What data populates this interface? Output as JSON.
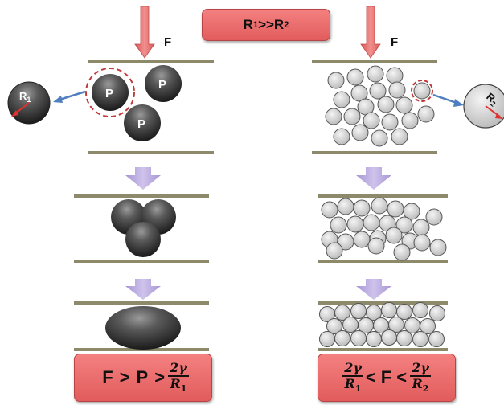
{
  "header": {
    "badge": {
      "r1": "R",
      "r1_sub": "1",
      "relation": ">>",
      "r2": "R",
      "r2_sub": "2"
    }
  },
  "left_panel": {
    "force_label": "F",
    "particle_label": "P",
    "radius_label": "R",
    "radius_sub": "1",
    "equation": {
      "lhs": "F",
      "op1": ">",
      "mid": "P",
      "op2": ">",
      "num": "2γ",
      "den": "R",
      "den_sub": "1"
    }
  },
  "right_panel": {
    "force_label": "F",
    "radius_label": "R",
    "radius_sub": "2",
    "equation": {
      "num1": "2γ",
      "den1": "R",
      "den1_sub": "1",
      "op1": "<",
      "mid": "F",
      "op2": "<",
      "num2": "2γ",
      "den2": "R",
      "den2_sub": "2"
    }
  },
  "colors": {
    "plate": "#8c8a6a",
    "arrow_force": "#e06868",
    "arrow_step": "#b7a6dc",
    "badge": "#ec6c6c",
    "particle_dark": "#3a3a3a",
    "particle_light": "#c9c9c9",
    "dashed_circle": "#c0393b",
    "zoom_arrow": "#4f7fbf"
  }
}
